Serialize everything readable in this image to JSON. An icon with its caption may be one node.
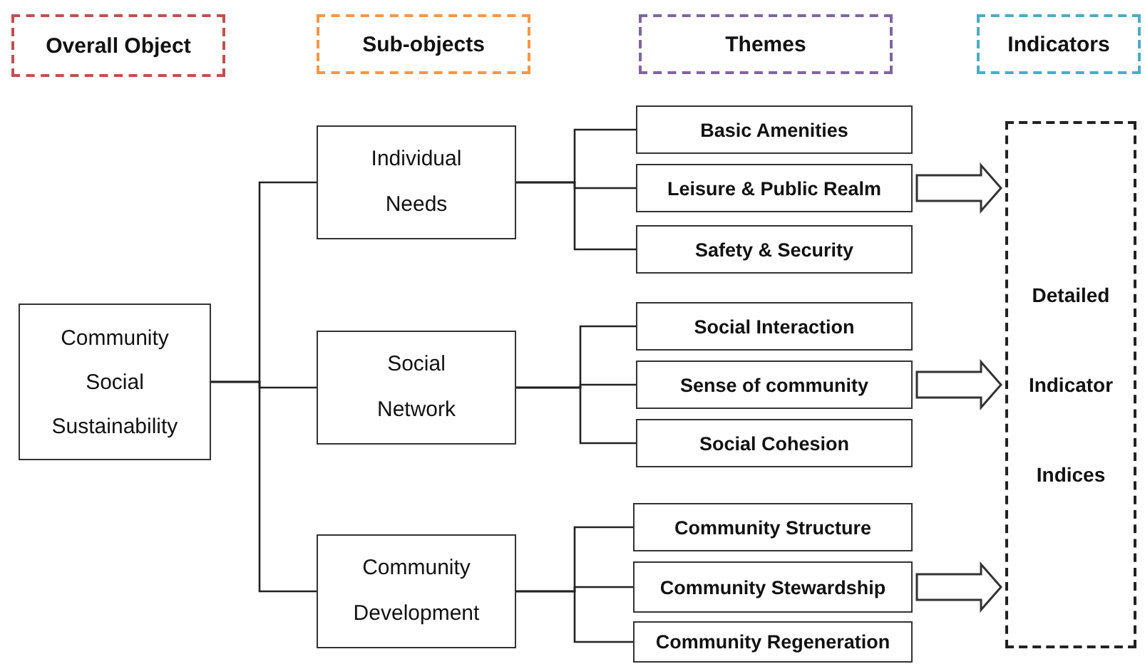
{
  "diagram": {
    "nodes": [
      {
        "text": [
          "Overall Object"
        ]
      },
      {
        "text": [
          "Sub-objects"
        ]
      },
      {
        "text": [
          "Themes"
        ]
      },
      {
        "text": [
          "Indicators"
        ]
      },
      {
        "text": [
          "Community Social Sustainability"
        ]
      },
      {
        "text": [
          "Individual Needs"
        ]
      },
      {
        "text": [
          "Social Network"
        ]
      },
      {
        "text": [
          "Community Development"
        ]
      },
      {
        "text": [
          "Basic Amenities"
        ]
      },
      {
        "text": [
          "Leisure & Public Realm"
        ]
      },
      {
        "text": [
          "Safety & Security"
        ]
      },
      {
        "text": [
          "Social Interaction"
        ]
      },
      {
        "text": [
          "Sense of community"
        ]
      },
      {
        "text": [
          "Social Cohesion"
        ]
      },
      {
        "text": [
          "Community Structure"
        ]
      },
      {
        "text": [
          "Community Stewardship"
        ]
      },
      {
        "text": [
          "Community Regeneration"
        ]
      },
      {
        "text": [
          "Detailed Indicator Indices"
        ]
      }
    ],
    "edges": [
      {
        "from": 4,
        "to": 5,
        "arrow": "none"
      },
      {
        "from": 4,
        "to": 6,
        "arrow": "none"
      },
      {
        "from": 4,
        "to": 7,
        "arrow": "none"
      },
      {
        "from": 5,
        "to": 8,
        "arrow": "none"
      },
      {
        "from": 5,
        "to": 9,
        "arrow": "none"
      },
      {
        "from": 5,
        "to": 10,
        "arrow": "none"
      },
      {
        "from": 6,
        "to": 11,
        "arrow": "none"
      },
      {
        "from": 6,
        "to": 12,
        "arrow": "none"
      },
      {
        "from": 6,
        "to": 13,
        "arrow": "none"
      },
      {
        "from": 7,
        "to": 14,
        "arrow": "none"
      },
      {
        "from": 7,
        "to": 15,
        "arrow": "none"
      },
      {
        "from": 7,
        "to": 16,
        "arrow": "none"
      },
      {
        "from": 9,
        "to": 17,
        "arrow": "to",
        "style": "thick"
      },
      {
        "from": 12,
        "to": 17,
        "arrow": "to",
        "style": "thick"
      },
      {
        "from": 15,
        "to": 17,
        "arrow": "to",
        "style": "thick"
      }
    ]
  }
}
